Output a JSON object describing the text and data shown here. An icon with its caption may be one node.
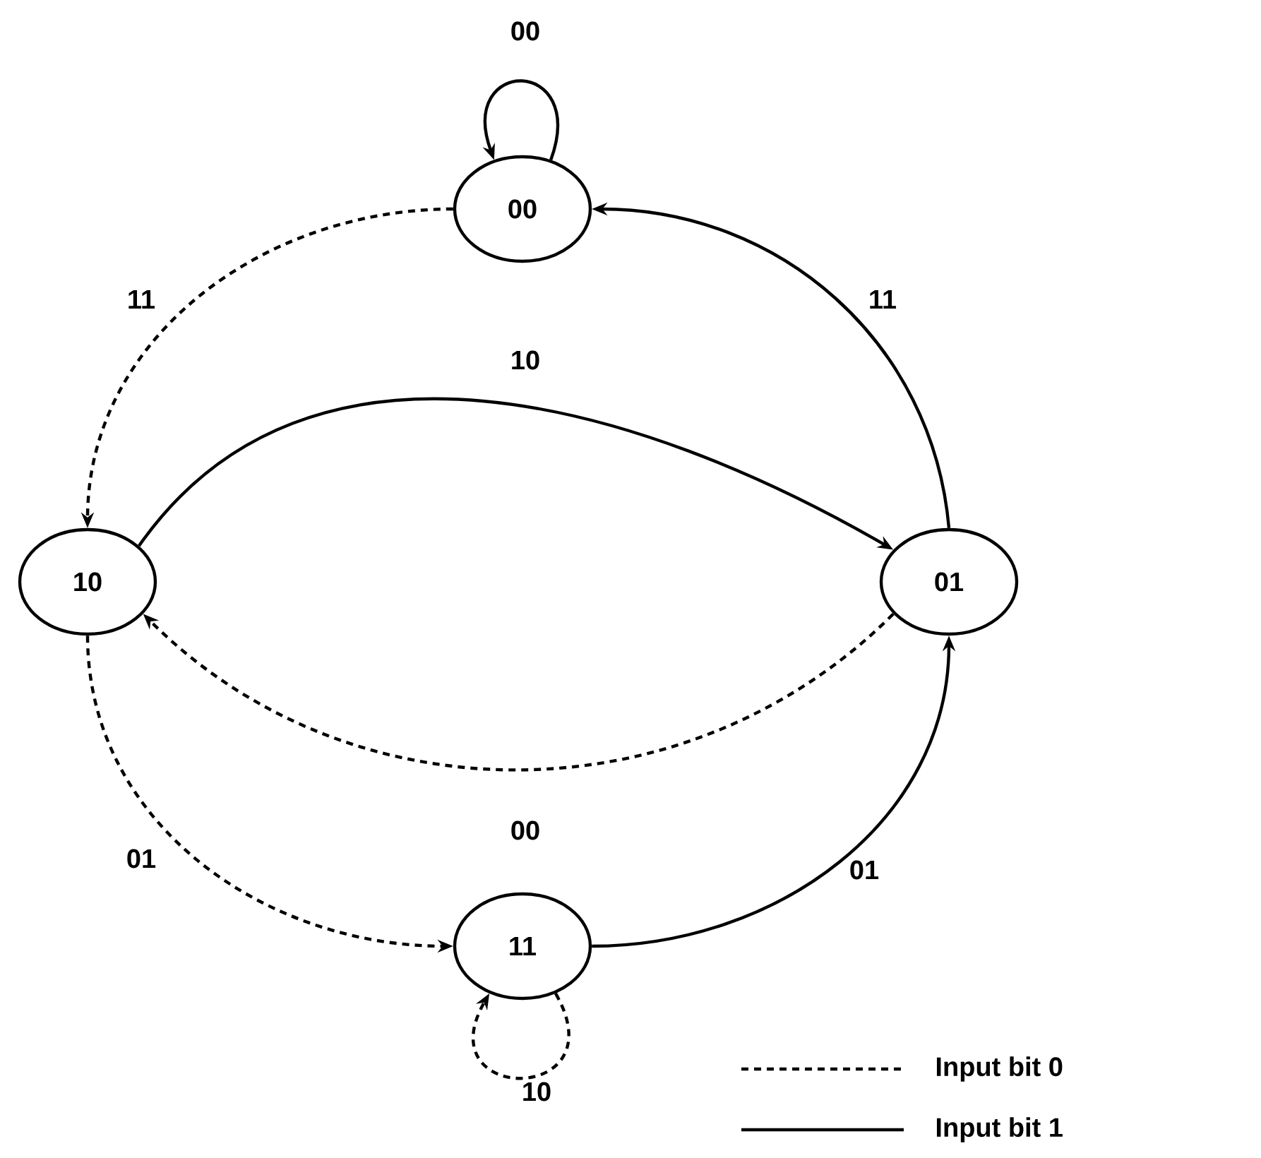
{
  "diagram": {
    "nodes": [
      {
        "text": [
          "00"
        ]
      },
      {
        "text": [
          "10"
        ]
      },
      {
        "text": [
          "01"
        ]
      },
      {
        "text": [
          "11"
        ]
      }
    ],
    "edges": [
      {
        "from": 0,
        "to": 0,
        "arrow": "to",
        "label": "00"
      },
      {
        "from": 0,
        "to": 1,
        "arrow": "to",
        "label": "11",
        "style": "dashed"
      },
      {
        "from": 1,
        "to": 2,
        "arrow": "to",
        "label": "10"
      },
      {
        "from": 2,
        "to": 0,
        "arrow": "to",
        "label": "11"
      },
      {
        "from": 2,
        "to": 1,
        "arrow": "to",
        "label": "00",
        "style": "dashed"
      },
      {
        "from": 1,
        "to": 3,
        "arrow": "to",
        "label": "01",
        "style": "dashed"
      },
      {
        "from": 3,
        "to": 2,
        "arrow": "to",
        "label": "01"
      },
      {
        "from": 3,
        "to": 3,
        "arrow": "to",
        "label": "10",
        "style": "dashed"
      }
    ],
    "legend": [
      {
        "text": "Input bit 0"
      },
      {
        "text": "Input bit 1"
      }
    ]
  }
}
